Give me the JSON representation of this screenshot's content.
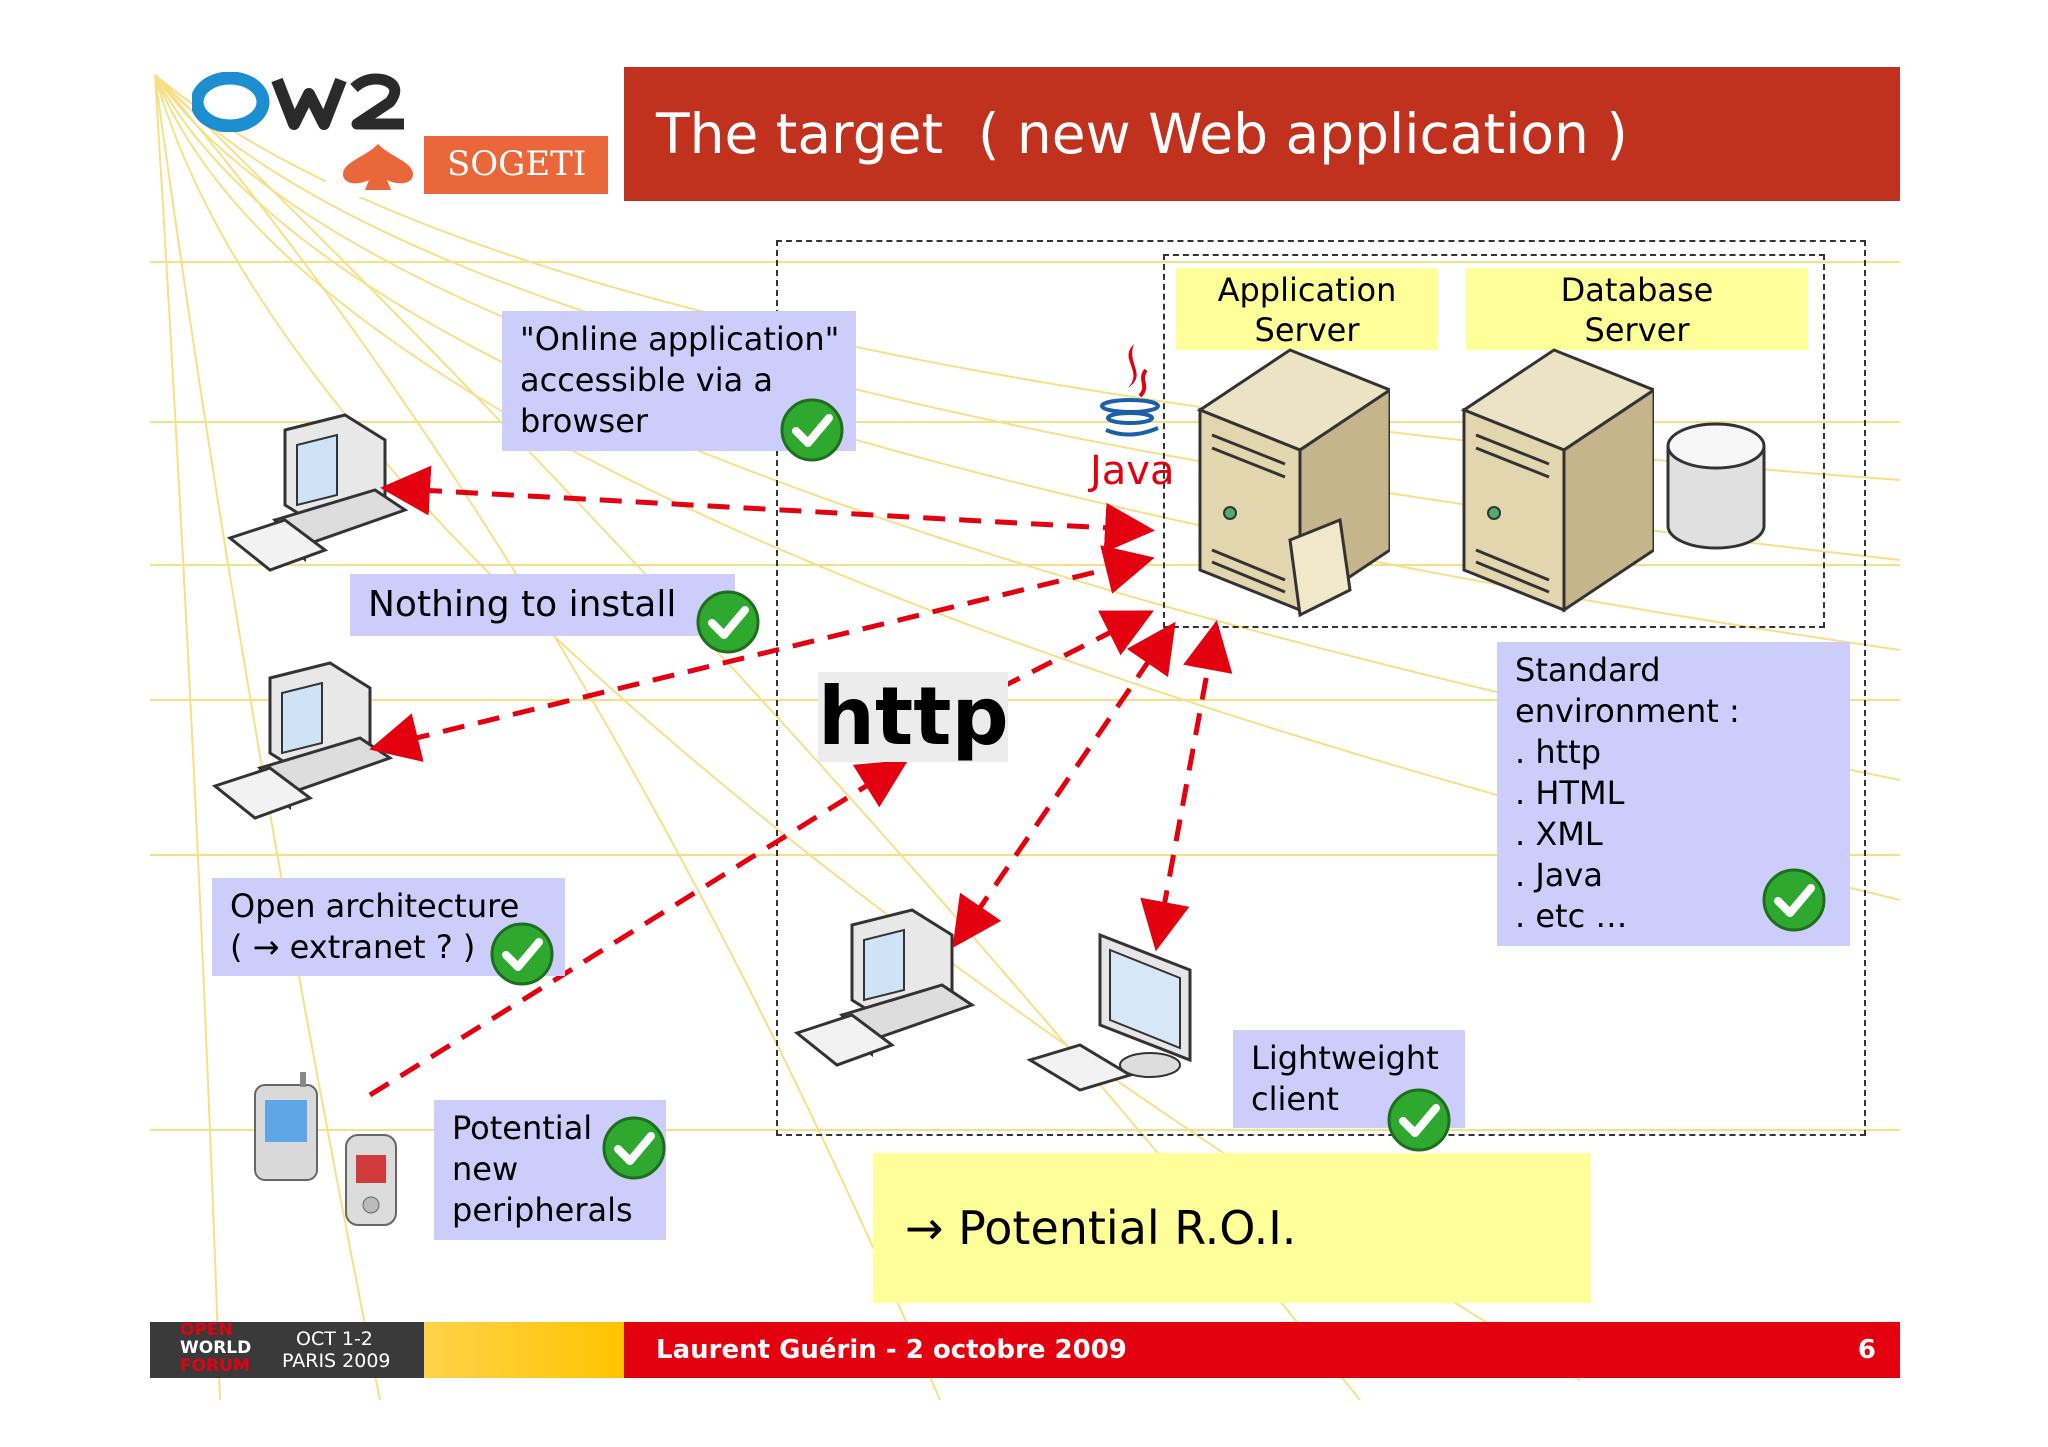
{
  "header": {
    "title": "The target  ( new Web application )",
    "logo_text": "OW2",
    "sponsor": "SOGETI"
  },
  "callouts": {
    "online_app": [
      "\"Online application\"",
      "accessible via a",
      "browser"
    ],
    "nothing_to_install": [
      "Nothing to install"
    ],
    "open_architecture": [
      "Open architecture",
      "( → extranet ? )"
    ],
    "potential_peripherals": [
      "Potential",
      "new",
      "peripherals"
    ],
    "lightweight_client": [
      "Lightweight",
      "client"
    ],
    "standard_env": [
      "Standard",
      "environment :",
      ". http",
      ". HTML",
      ". XML",
      ". Java",
      ". etc …"
    ]
  },
  "servers": {
    "app_server": [
      "Application",
      "Server"
    ],
    "db_server": [
      "Database",
      "Server"
    ],
    "java_label": "Java"
  },
  "protocol_label": "http",
  "roi": "→ Potential R.O.I.",
  "footer": {
    "event_lines": [
      "OPEN",
      "WORLD",
      "FORUM"
    ],
    "event_date": "OCT 1-2",
    "event_place": "PARIS 2009",
    "author": "Laurent Guérin - 2 octobre 2009",
    "page_number": "6"
  },
  "colors": {
    "title_bg": "#c0311e",
    "bubble_bg": "#cdcdfc",
    "sticky_bg": "#ffff9a",
    "arrow": "#e3000f",
    "footer_red": "#e3000f",
    "check_green": "#2fa82f"
  }
}
